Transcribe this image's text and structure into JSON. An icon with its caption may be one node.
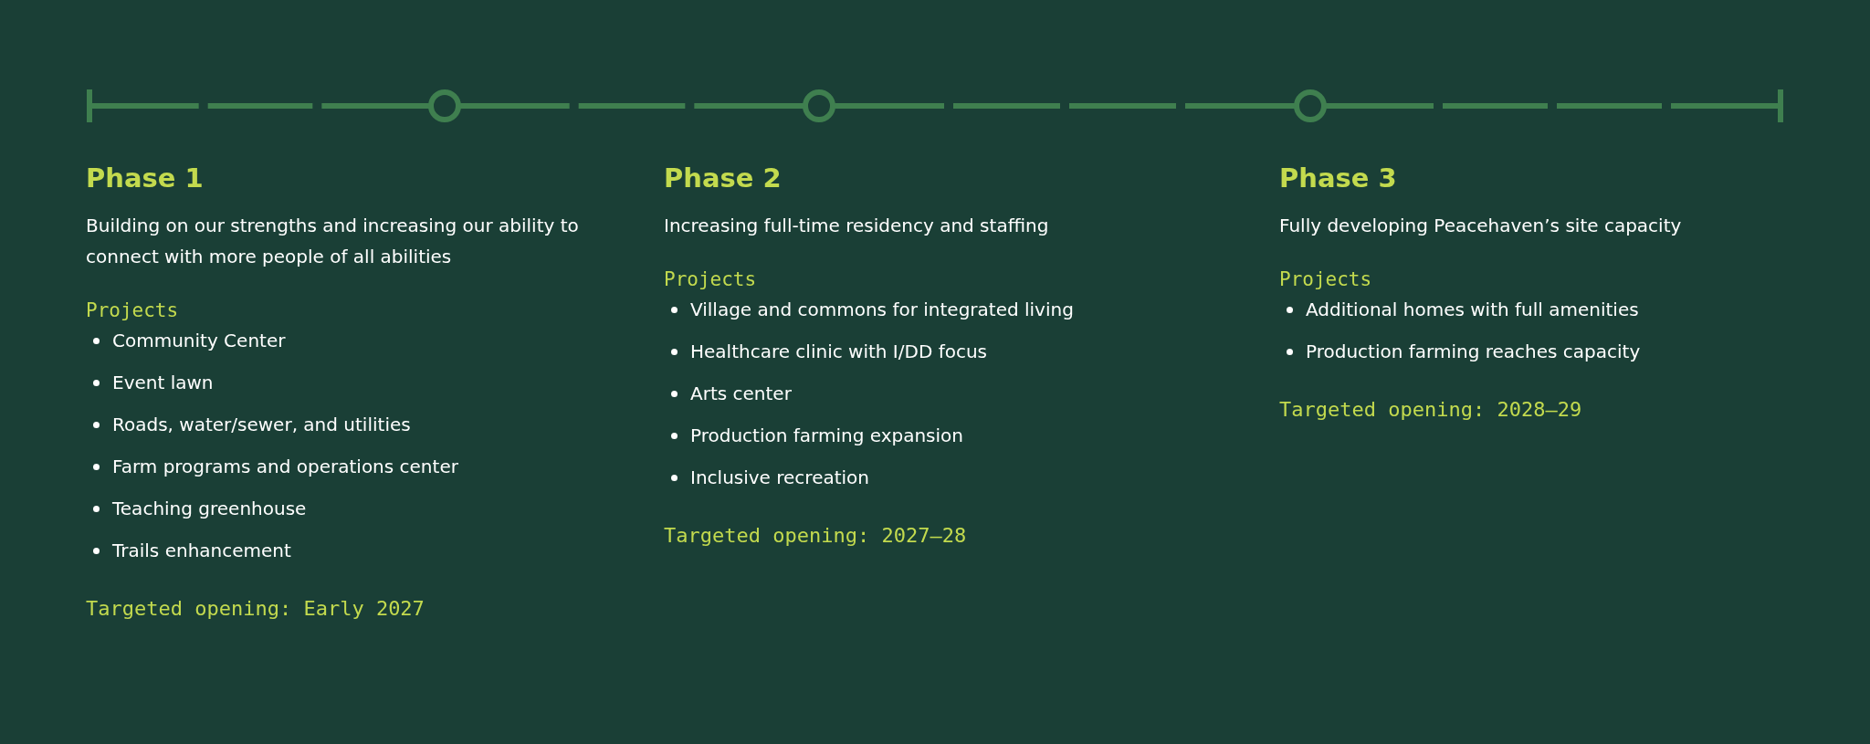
{
  "diagram": {
    "labels": [
      "Phase 1",
      "Building on our strengths and increasing our ability to connect with more people of all abilities",
      "Projects",
      "Community Center",
      "Event lawn",
      "Roads, water/sewer, and utilities",
      "Farm programs and operations center",
      "Teaching greenhouse",
      "Trails enhancement",
      "Targeted opening: Early 2027",
      "Phase 2",
      "Increasing full-time residency and staffing",
      "Projects",
      "Village and commons for integrated living",
      "Healthcare clinic with I/DD focus",
      "Arts center",
      "Production farming expansion",
      "Inclusive recreation",
      "Targeted opening: 2027–28",
      "Phase 3",
      "Fully developing Peacehaven’s site capacity",
      "Projects",
      "Additional homes with full amenities",
      "Production farming reaches capacity",
      "Targeted opening: 2028–29"
    ]
  }
}
